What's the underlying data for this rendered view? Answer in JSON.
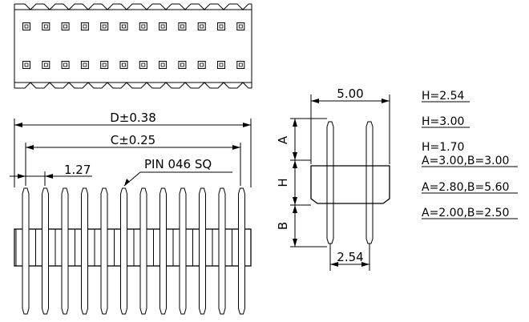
{
  "drawing": {
    "top_view": {
      "rows": 2,
      "pins_per_row": 12
    },
    "front_view": {
      "pin_count": 12
    },
    "dimensions": {
      "d": "D±0.38",
      "c": "C±0.25",
      "pitch_front": "1.27",
      "pin": "PIN 046 SQ",
      "width": "5.00",
      "pitch_side": "2.54",
      "label_a": "A",
      "label_h": "H",
      "label_b": "B"
    },
    "notes": [
      "H=2.54",
      "H=3.00",
      "H=1.70",
      "A=3.00,B=3.00",
      "A=2.80,B=5.60",
      "A=2.00,B=2.50"
    ]
  }
}
